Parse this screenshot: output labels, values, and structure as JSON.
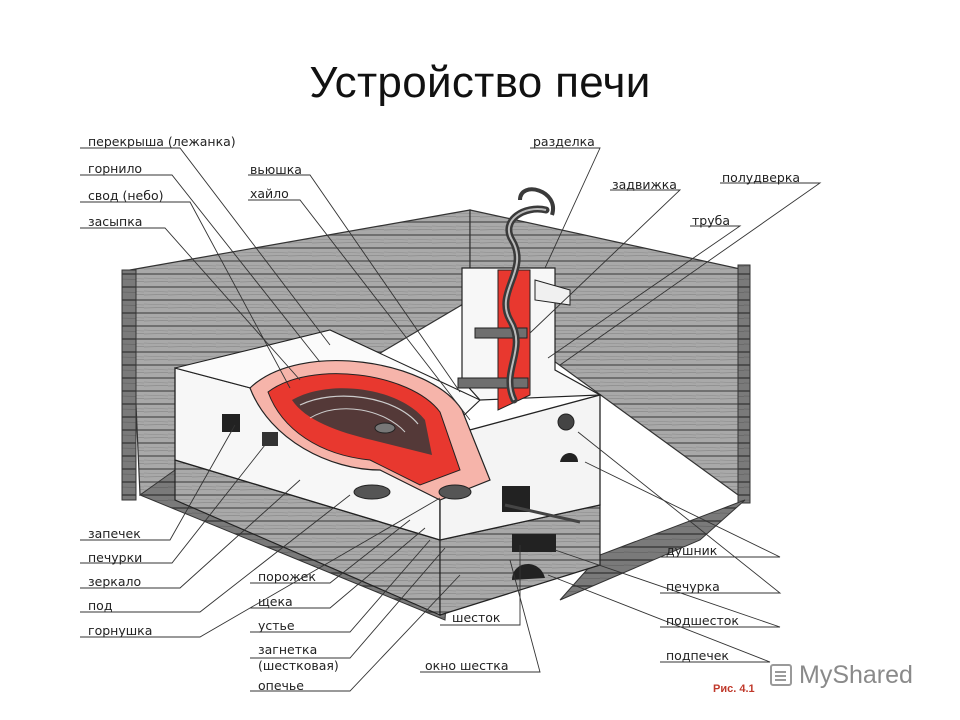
{
  "title": "Устройство печи",
  "figure_caption": "Рис. 4.1",
  "watermark": "MyShared",
  "labels": {
    "perekrysha": "перекрыша (лежанка)",
    "gornilo": "горнило",
    "svod": "свод (небо)",
    "zasypka": "засыпка",
    "vyushka": "вьюшка",
    "khaylo": "хайло",
    "razdelka": "разделка",
    "zadvizhka": "задвижка",
    "poludverka": "полудверка",
    "truba": "труба",
    "zapechek": "запечек",
    "pechurki": "печурки",
    "zerkalo": "зеркало",
    "pod": "под",
    "gornushka": "горнушка",
    "porozhek": "порожек",
    "scheka": "щека",
    "ustye": "устье",
    "zagnetka_1": "загнетка",
    "zagnetka_2": "(шестковая)",
    "opechye": "опечье",
    "shestok": "шесток",
    "okno_shestka": "окно шестка",
    "dushnik": "душник",
    "pechurka": "печурка",
    "podshestok": "подшесток",
    "podpechek": "подпечек"
  },
  "colors": {
    "fire_red": "#e8382f",
    "inner_pink": "#f6b4aa",
    "wood_gray": "#8e8e8e",
    "wall_white": "#f7f7f7"
  }
}
